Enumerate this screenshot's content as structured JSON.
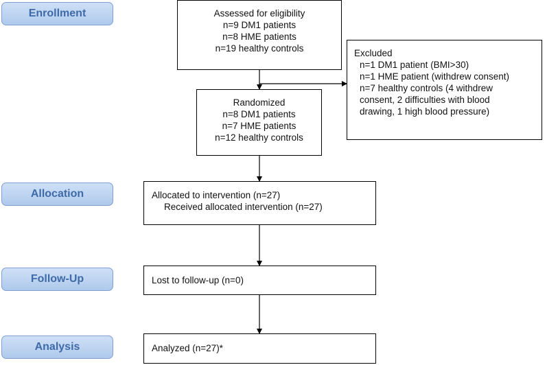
{
  "stages": {
    "enrollment": "Enrollment",
    "allocation": "Allocation",
    "follow_up": "Follow-Up",
    "analysis": "Analysis"
  },
  "assessed": {
    "lines": [
      "Assessed for eligibility",
      "n=9 DM1 patients",
      "n=8 HME patients",
      "n=19 healthy controls"
    ]
  },
  "excluded": {
    "lines": [
      "Excluded",
      "n=1 DM1 patient (BMI>30)",
      "n=1 HME patient (withdrew consent)",
      "n=7 healthy controls (4 withdrew",
      "consent, 2 difficulties with blood",
      "drawing, 1 high blood pressure)"
    ]
  },
  "randomized": {
    "lines": [
      "Randomized",
      "n=8 DM1 patients",
      "n=7 HME patients",
      "n=12 healthy controls"
    ]
  },
  "allocated": {
    "lines": [
      "Allocated to intervention (n=27)",
      "Received allocated intervention (n=27)"
    ]
  },
  "followup_box": {
    "lines": [
      "Lost to follow-up (n=0)"
    ]
  },
  "analysis_box": {
    "lines": [
      "Analyzed (n=27)*"
    ]
  }
}
